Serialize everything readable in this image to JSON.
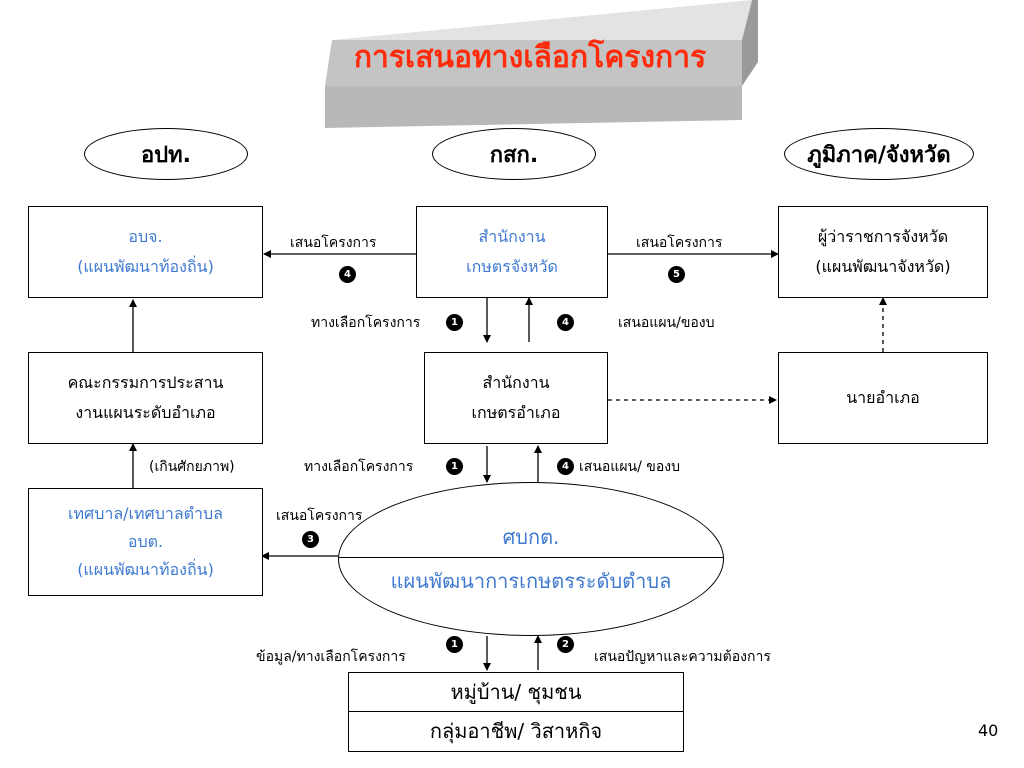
{
  "title": "การเสนอทางเลือกโครงการ",
  "page_number": "40",
  "headers": {
    "local": "อปท.",
    "center": "กสก.",
    "region": "ภูมิภาค/จังหวัด"
  },
  "boxes": {
    "obj": [
      "อบจ.",
      "(แผนพัฒนาท้องถิ่น)"
    ],
    "provincial_office": [
      "สำนักงาน",
      "เกษตรจังหวัด"
    ],
    "governor": [
      "ผู้ว่าราชการจังหวัด",
      "(แผนพัฒนาจังหวัด)"
    ],
    "committee": [
      "คณะกรรมการประสาน",
      "งานแผนระดับอำเภอ"
    ],
    "district_office": [
      "สำนักงาน",
      "เกษตรอำเภอ"
    ],
    "district_chief": [
      "นายอำเภอ"
    ],
    "municipality": [
      "เทศบาล/เทศบาลตำบล",
      "อบต.",
      "(แผนพัฒนาท้องถิ่น)"
    ],
    "village": "หมู่บ้าน/ ชุมชน",
    "occupation": "กลุ่มอาชีพ/ วิสาหกิจ"
  },
  "center_ellipse": {
    "top": "ศบกต.",
    "bottom": "แผนพัฒนาการเกษตรระดับตำบล"
  },
  "labels": {
    "to_obj": "เสนอโครงการ",
    "to_governor": "เสนอโครงการ",
    "options_1a": "ทางเลือกโครงการ",
    "plan_budget_4a": "เสนอแผน/ของบ",
    "options_1b": "ทางเลือกโครงการ",
    "plan_budget_4b": "เสนอแผน/ ของบ",
    "beyond_capacity": "(เกินศักยภาพ)",
    "to_municipality": "เสนอโครงการ",
    "data_options": "ข้อมูล/ทางเลือกโครงการ",
    "problems_needs": "เสนอปัญหาและความต้องการ"
  },
  "badges": {
    "to_obj": "4",
    "to_governor": "5",
    "options_1a": "1",
    "plan_budget_4a": "4",
    "options_1b": "1",
    "plan_budget_4b": "4",
    "to_municipality": "3",
    "data_options": "1",
    "problems_needs": "2"
  },
  "colors": {
    "title": "#ff2a0a",
    "blue_text": "#3f7ad0",
    "banner": "#c2c2c2"
  }
}
